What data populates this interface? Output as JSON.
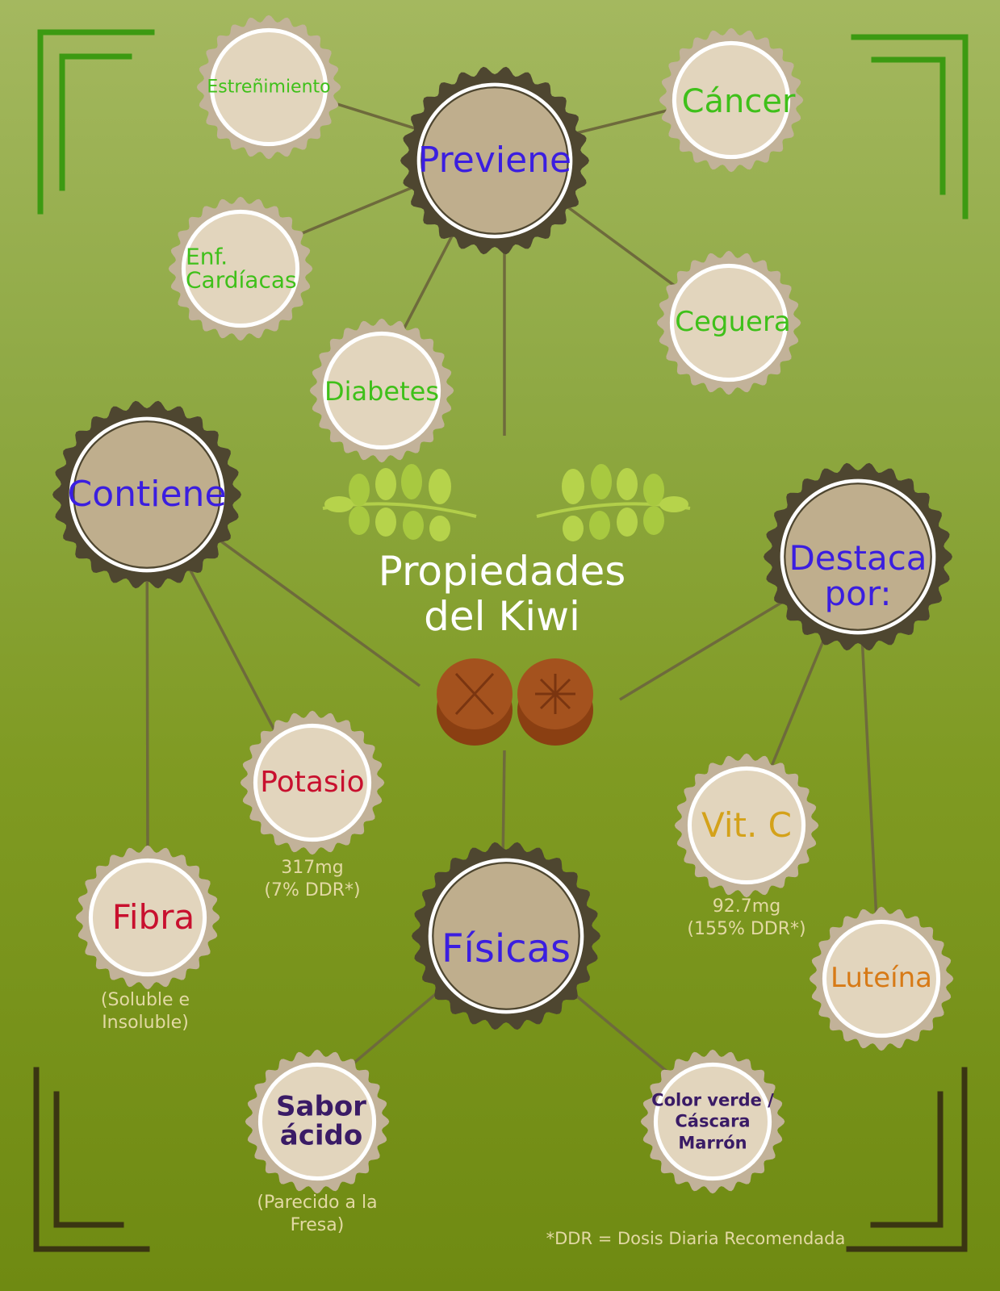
{
  "title": {
    "line1": "Propiedades",
    "line2": "del Kiwi"
  },
  "colors": {
    "heading": "#3b1ee0",
    "prevent_items": "#3fc01a",
    "potasio": "#c8102e",
    "fibra": "#c8102e",
    "vitc": "#d4a21a",
    "luteina": "#d77a16",
    "fisicas_items": "#3a1b66",
    "notes": "#e3d9a4",
    "connector": "#6e6a3c",
    "bracket_green": "#3c9a12",
    "bracket_dark": "#3a3512"
  },
  "previene": {
    "label": "Previene",
    "items": [
      "Estreñimiento",
      "Cáncer",
      "Enf. Cardíacas",
      "Ceguera",
      "Diabetes"
    ]
  },
  "contiene": {
    "label": "Contiene",
    "potasio": {
      "label": "Potasio",
      "note1": "317mg",
      "note2": "(7% DDR*)"
    },
    "fibra": {
      "label": "Fibra",
      "note1": "(Soluble e",
      "note2": "Insoluble)"
    }
  },
  "destaca": {
    "label1": "Destaca",
    "label2": "por:",
    "vitc": {
      "label": "Vit. C",
      "note1": "92.7mg",
      "note2": "(155% DDR*)"
    },
    "luteina": {
      "label": "Luteína"
    }
  },
  "fisicas": {
    "label": "Físicas",
    "sabor": {
      "line1": "Sabor",
      "line2": "ácido",
      "note1": "(Parecido a la",
      "note2": "Fresa)"
    },
    "color": {
      "line1": "Color verde /",
      "line2": "Cáscara",
      "line3": "Marrón"
    }
  },
  "footer": "*DDR = Dosis Diaria Recomendada",
  "icons": [
    "kiwi-slice-icon",
    "kiwi-slice-icon",
    "leaf-branch-icon",
    "leaf-branch-icon"
  ]
}
